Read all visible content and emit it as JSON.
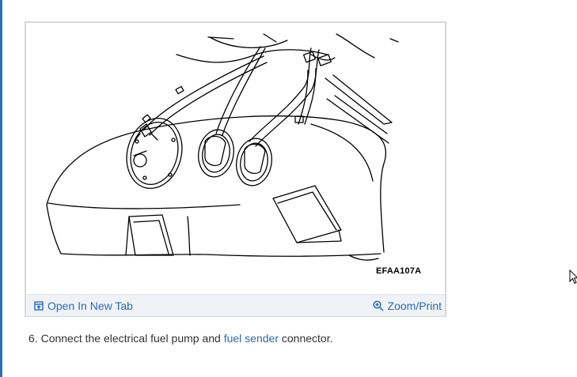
{
  "figure": {
    "code_label": "EFAA107A",
    "toolbar": {
      "open_tab_label": "Open In New Tab",
      "zoom_print_label": "Zoom/Print"
    }
  },
  "step": {
    "number": "6.",
    "text_before": "Connect the electrical fuel pump and",
    "link_text": "fuel sender",
    "text_after": "connector."
  },
  "colors": {
    "link": "#2a6bb0",
    "accent": "#2f6fb3"
  },
  "icons": [
    "open-new-tab-icon",
    "zoom-in-icon",
    "mouse-pointer-icon"
  ]
}
